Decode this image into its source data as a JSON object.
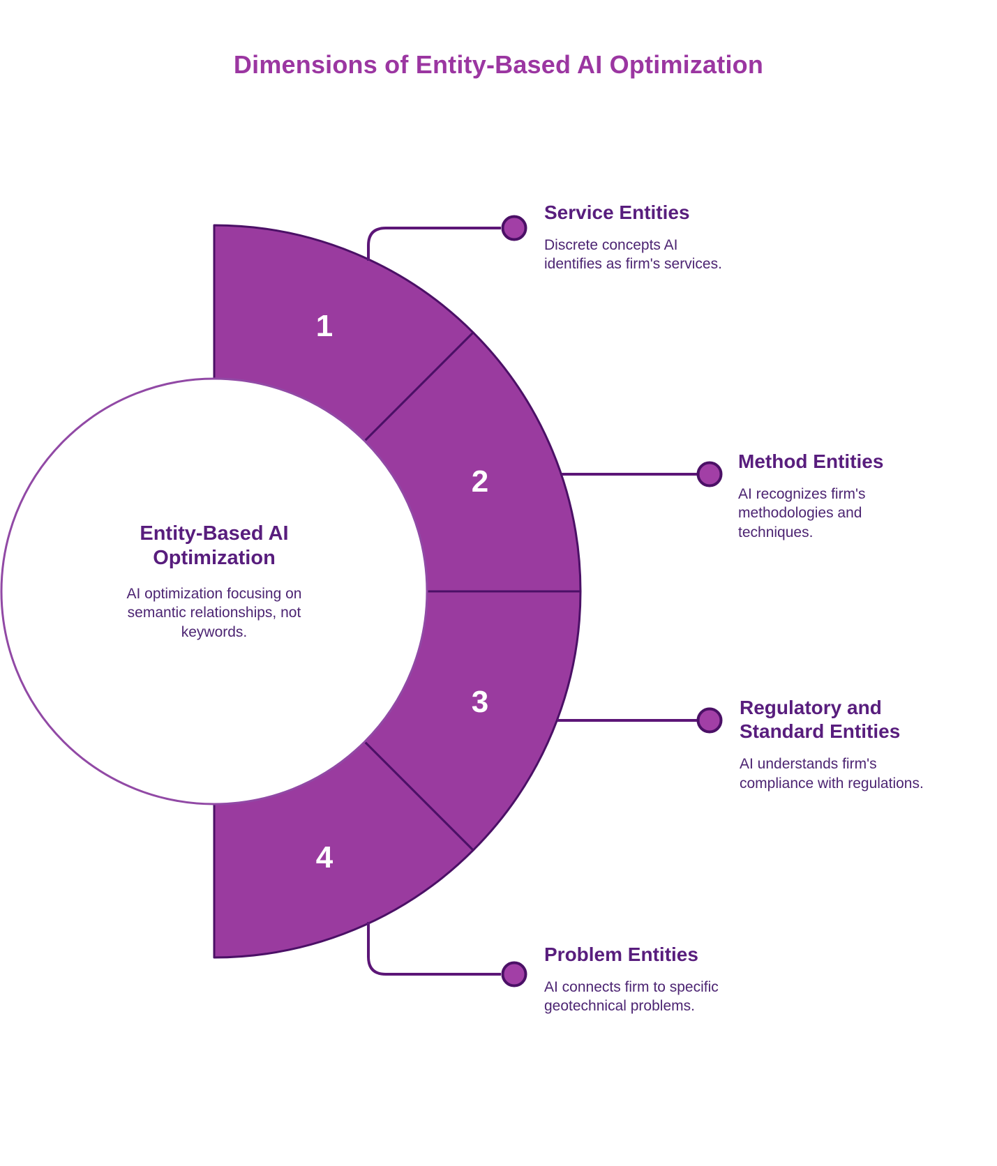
{
  "title": "Dimensions of Entity-Based AI Optimization",
  "center": {
    "heading": "Entity-Based AI Optimization",
    "description": "AI optimization focusing on semantic relationships, not keywords."
  },
  "segments": [
    {
      "number": "1",
      "heading": "Service Entities",
      "description": "Discrete concepts AI identifies as firm's services."
    },
    {
      "number": "2",
      "heading": "Method Entities",
      "description": "AI recognizes firm's methodologies and techniques."
    },
    {
      "number": "3",
      "heading": "Regulatory and Standard Entities",
      "description": "AI understands firm's compliance with regulations."
    },
    {
      "number": "4",
      "heading": "Problem Entities",
      "description": "AI connects firm to specific geotechnical problems."
    }
  ],
  "colors": {
    "background": "#ffffff",
    "title": "#9b36a1",
    "heading": "#581d7d",
    "body_text": "#4c2472",
    "segment_fill": "#9a3b9f",
    "segment_border": "#4b1066",
    "connector": "#5c1677",
    "marker_fill": "#a23fa6",
    "inner_circle_border": "#9149a5",
    "number_text": "#ffffff"
  }
}
